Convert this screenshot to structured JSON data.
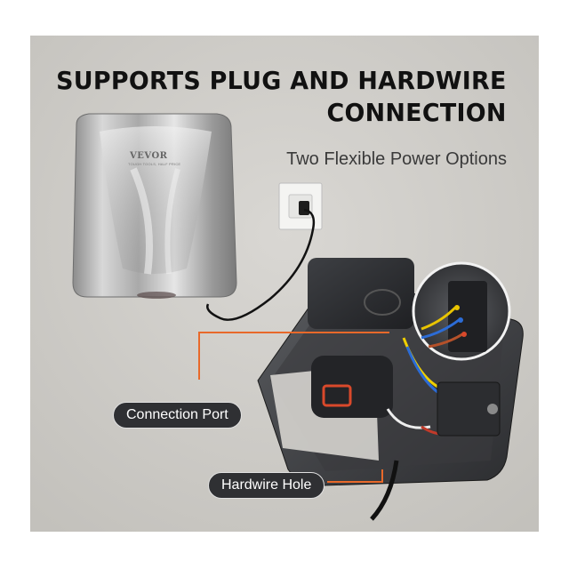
{
  "headline": {
    "line1": "SUPPORTS PLUG AND HARDWIRE",
    "line2": "CONNECTION"
  },
  "subheadline": "Two Flexible Power Options",
  "product": {
    "brand": "VEVOR",
    "brand_tagline": "TOUGH TOOLS, HALF PRICE"
  },
  "callouts": {
    "connection_port": "Connection Port",
    "hardwire_hole": "Hardwire Hole"
  },
  "colors": {
    "accent_line": "#e8692a",
    "pill_background": "#2f3033",
    "wall": "#cfcdc8"
  }
}
